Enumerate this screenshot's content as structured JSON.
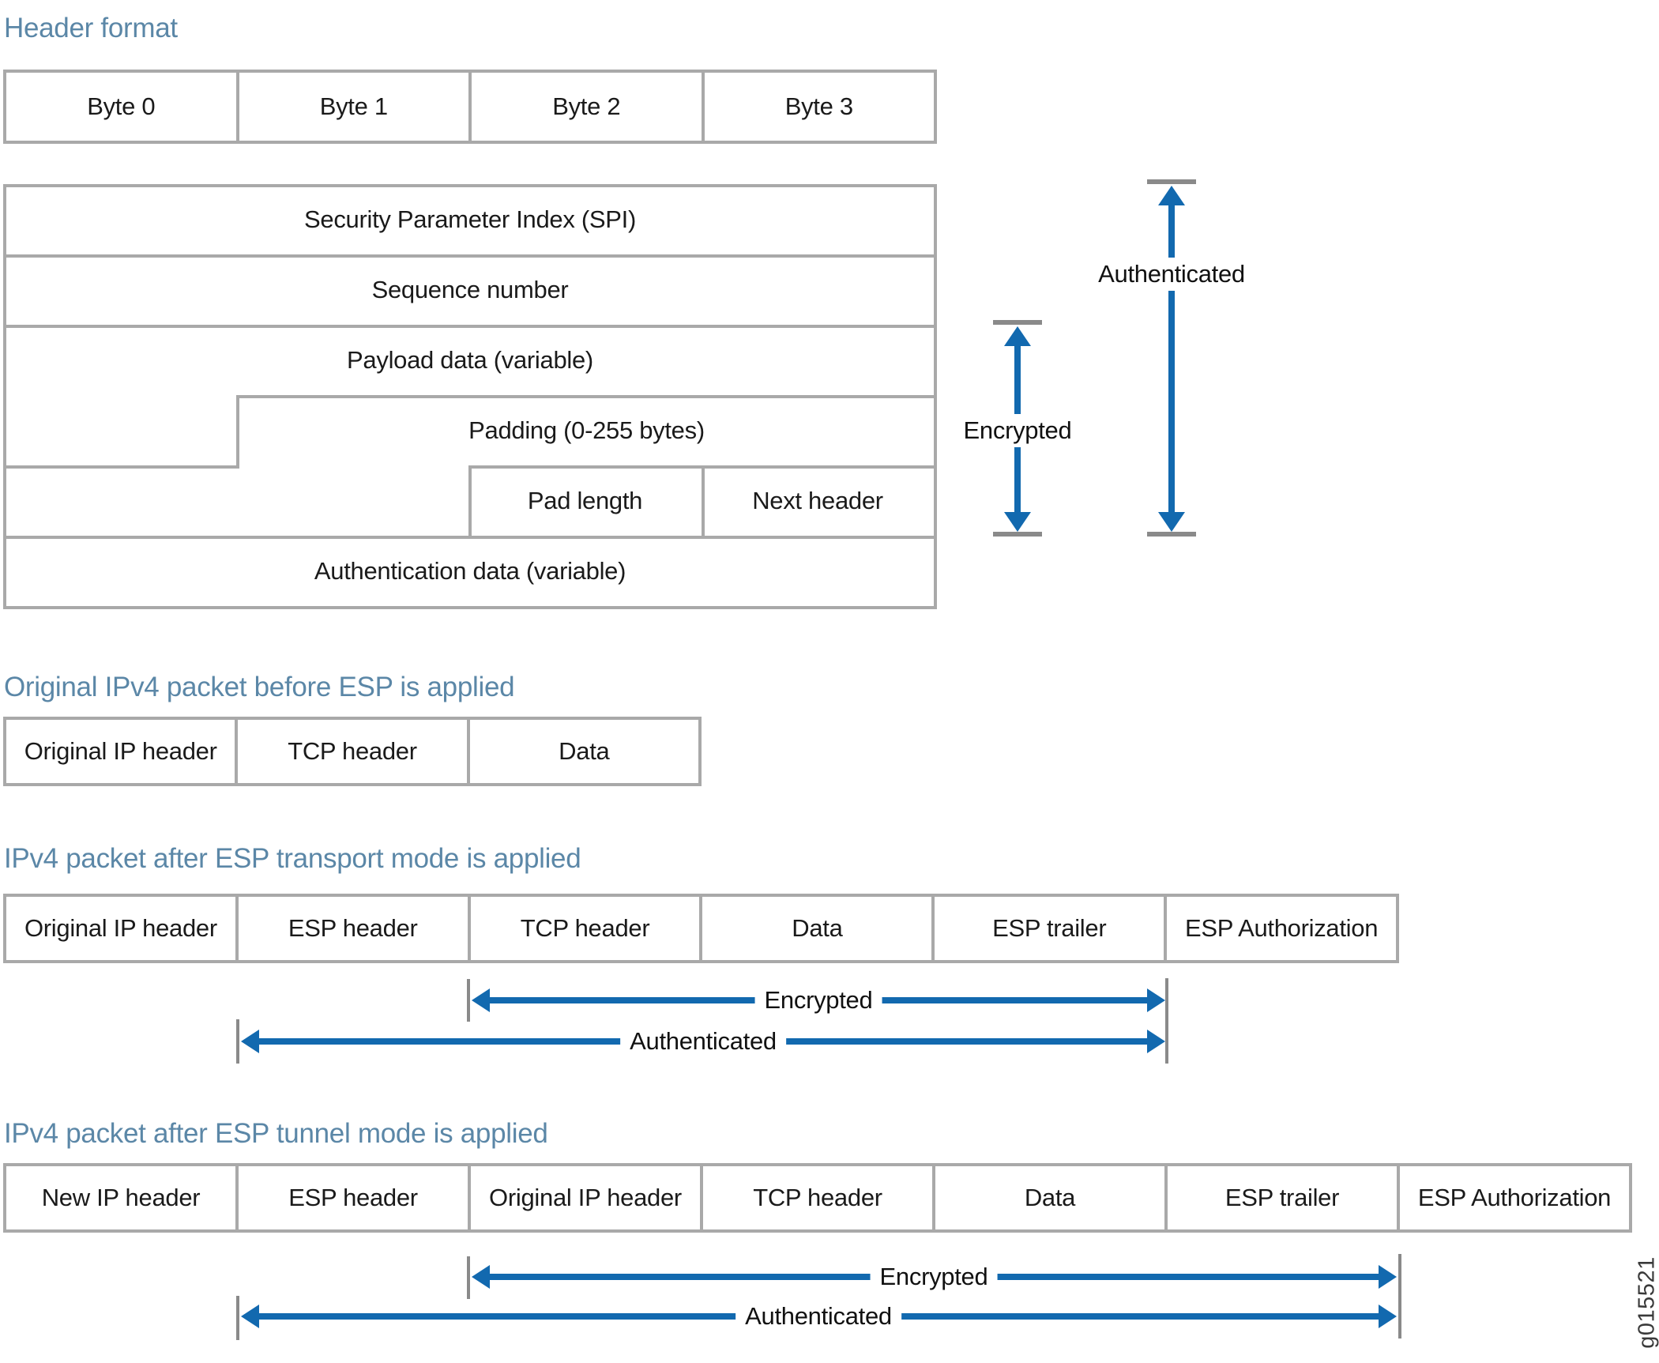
{
  "header_format": {
    "title": "Header format",
    "bytes": [
      "Byte 0",
      "Byte 1",
      "Byte 2",
      "Byte 3"
    ],
    "fields": {
      "spi": "Security Parameter Index (SPI)",
      "sequence_number": "Sequence number",
      "payload_data": "Payload data (variable)",
      "padding": "Padding (0-255 bytes)",
      "pad_length": "Pad length",
      "next_header": "Next header",
      "authentication_data": "Authentication data (variable)"
    },
    "annotations": {
      "authenticated": "Authenticated",
      "encrypted": "Encrypted"
    }
  },
  "original_ipv4": {
    "title": "Original IPv4 packet before ESP is applied",
    "cells": [
      "Original IP header",
      "TCP header",
      "Data"
    ]
  },
  "transport_mode": {
    "title": "IPv4 packet after ESP transport mode is applied",
    "cells": [
      "Original IP header",
      "ESP header",
      "TCP header",
      "Data",
      "ESP trailer",
      "ESP Authorization"
    ],
    "annotations": {
      "encrypted": "Encrypted",
      "authenticated": "Authenticated"
    }
  },
  "tunnel_mode": {
    "title": "IPv4 packet after ESP tunnel mode is applied",
    "cells": [
      "New IP header",
      "ESP header",
      "Original IP header",
      "TCP header",
      "Data",
      "ESP trailer",
      "ESP Authorization"
    ],
    "annotations": {
      "encrypted": "Encrypted",
      "authenticated": "Authenticated"
    }
  },
  "figure_id": "g015521",
  "colors": {
    "arrow_blue": "#1269af",
    "title_blue": "#5b87a7",
    "border_gray": "#a9a9a9",
    "marker_gray": "#8a8a8a",
    "text": "#1a1a1a"
  }
}
